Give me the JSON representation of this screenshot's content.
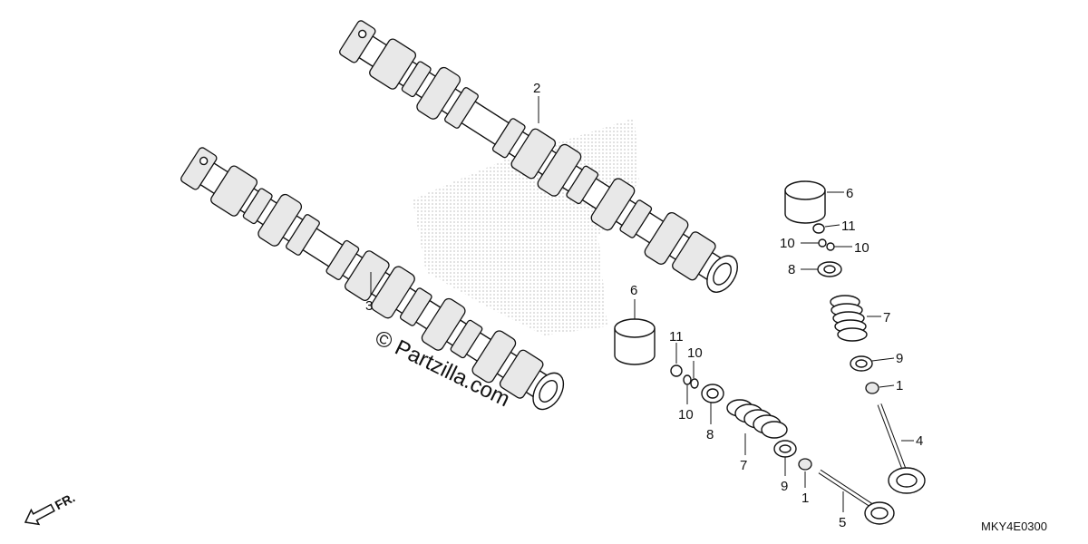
{
  "labels": {
    "l1a": "1",
    "l1b": "1",
    "l2": "2",
    "l3": "3",
    "l4": "4",
    "l5": "5",
    "l6a": "6",
    "l6b": "6",
    "l7a": "7",
    "l7b": "7",
    "l8a": "8",
    "l8b": "8",
    "l9a": "9",
    "l9b": "9",
    "l10a": "10",
    "l10b": "10",
    "l10c": "10",
    "l10d": "10",
    "l11a": "11",
    "l11b": "11"
  },
  "watermark": "© Partzilla.com",
  "direction": "FR.",
  "diagram_code": "MKY4E0300"
}
